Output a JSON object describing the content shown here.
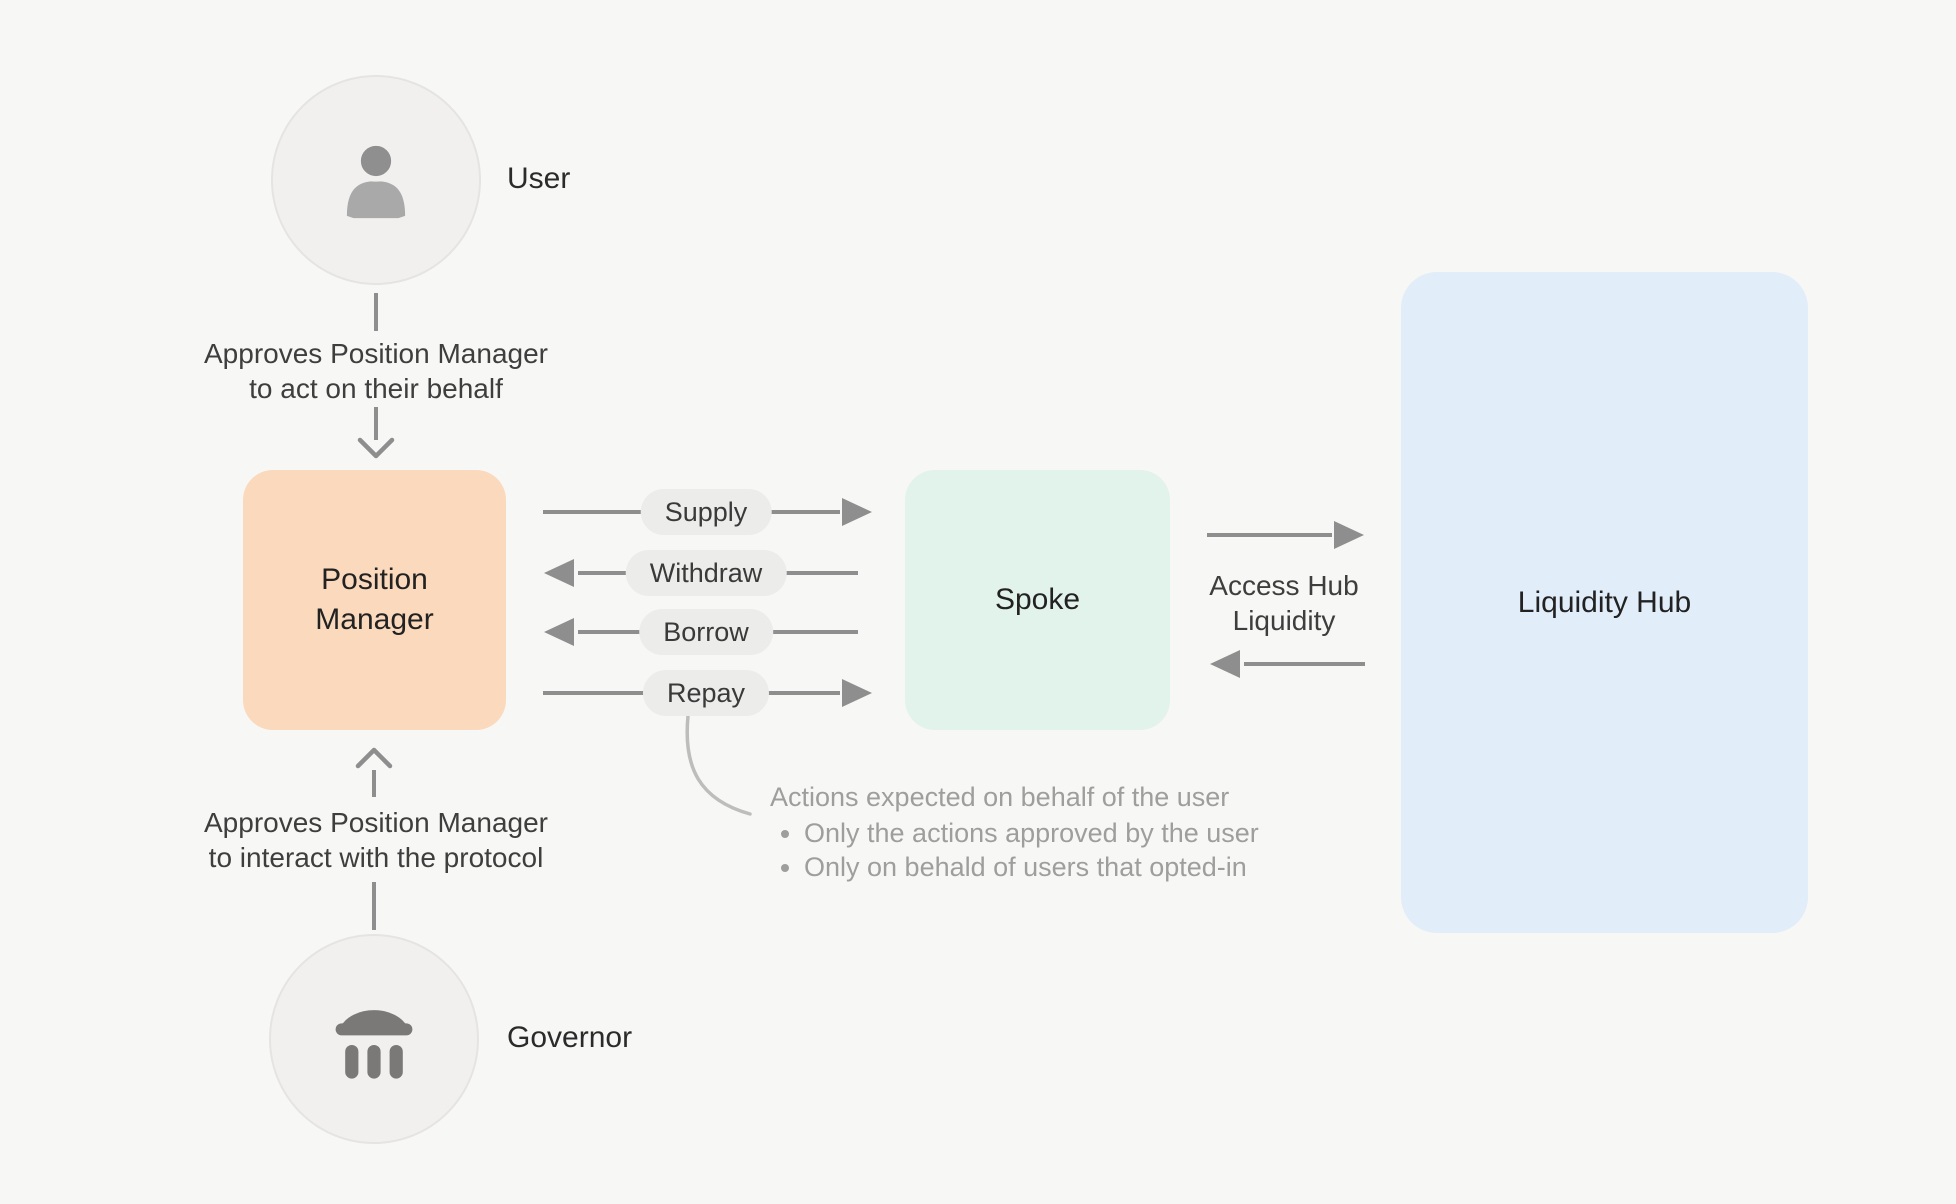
{
  "diagram": {
    "actors": {
      "user": {
        "label": "User"
      },
      "governor": {
        "label": "Governor"
      }
    },
    "nodes": {
      "position_manager": {
        "label": "Position Manager"
      },
      "spoke": {
        "label": "Spoke"
      },
      "liquidity_hub": {
        "label": "Liquidity Hub"
      }
    },
    "edges": {
      "user_to_pm": {
        "line1": "Approves Position Manager",
        "line2": "to act on their behalf"
      },
      "governor_to_pm": {
        "line1": "Approves Position Manager",
        "line2": "to interact with the protocol"
      },
      "pm_spoke_actions": [
        {
          "label": "Supply",
          "direction": "right"
        },
        {
          "label": "Withdraw",
          "direction": "left"
        },
        {
          "label": "Borrow",
          "direction": "left"
        },
        {
          "label": "Repay",
          "direction": "right"
        }
      ],
      "spoke_hub": {
        "line1": "Access Hub",
        "line2": "Liquidity"
      }
    },
    "annotation": {
      "title": "Actions expected on behalf of the user",
      "bullets": [
        "Only the actions approved by the user",
        "Only on behald of users that opted-in"
      ]
    },
    "icons": {
      "user": "person-icon",
      "governor": "bank-icon"
    },
    "colors": {
      "background": "#f7f7f5",
      "position_manager_fill": "#fbd9bd",
      "spoke_fill": "#e2f3ec",
      "liquidity_hub_fill": "#e1edf9",
      "pill_fill": "#ececea",
      "arrow": "#8e8e8e",
      "text_dark": "#2b2b2b",
      "text_muted": "#9e9e9d"
    }
  }
}
